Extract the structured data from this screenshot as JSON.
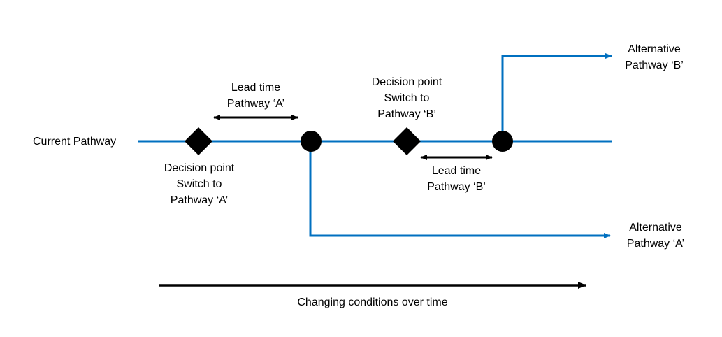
{
  "labels": {
    "current_pathway": "Current Pathway",
    "lead_time_a": [
      "Lead time",
      "Pathway ‘A’"
    ],
    "decision_a": [
      "Decision point",
      "Switch to",
      "Pathway ‘A’"
    ],
    "decision_b": [
      "Decision point",
      "Switch to",
      "Pathway ‘B’"
    ],
    "lead_time_b": [
      "Lead time",
      "Pathway ‘B’"
    ],
    "alt_b": [
      "Alternative",
      "Pathway ‘B’"
    ],
    "alt_a": [
      "Alternative",
      "Pathway ‘A’"
    ],
    "time_axis": "Changing conditions over time"
  },
  "colors": {
    "pathway_line": "#0070C0",
    "markers": "#000000"
  }
}
